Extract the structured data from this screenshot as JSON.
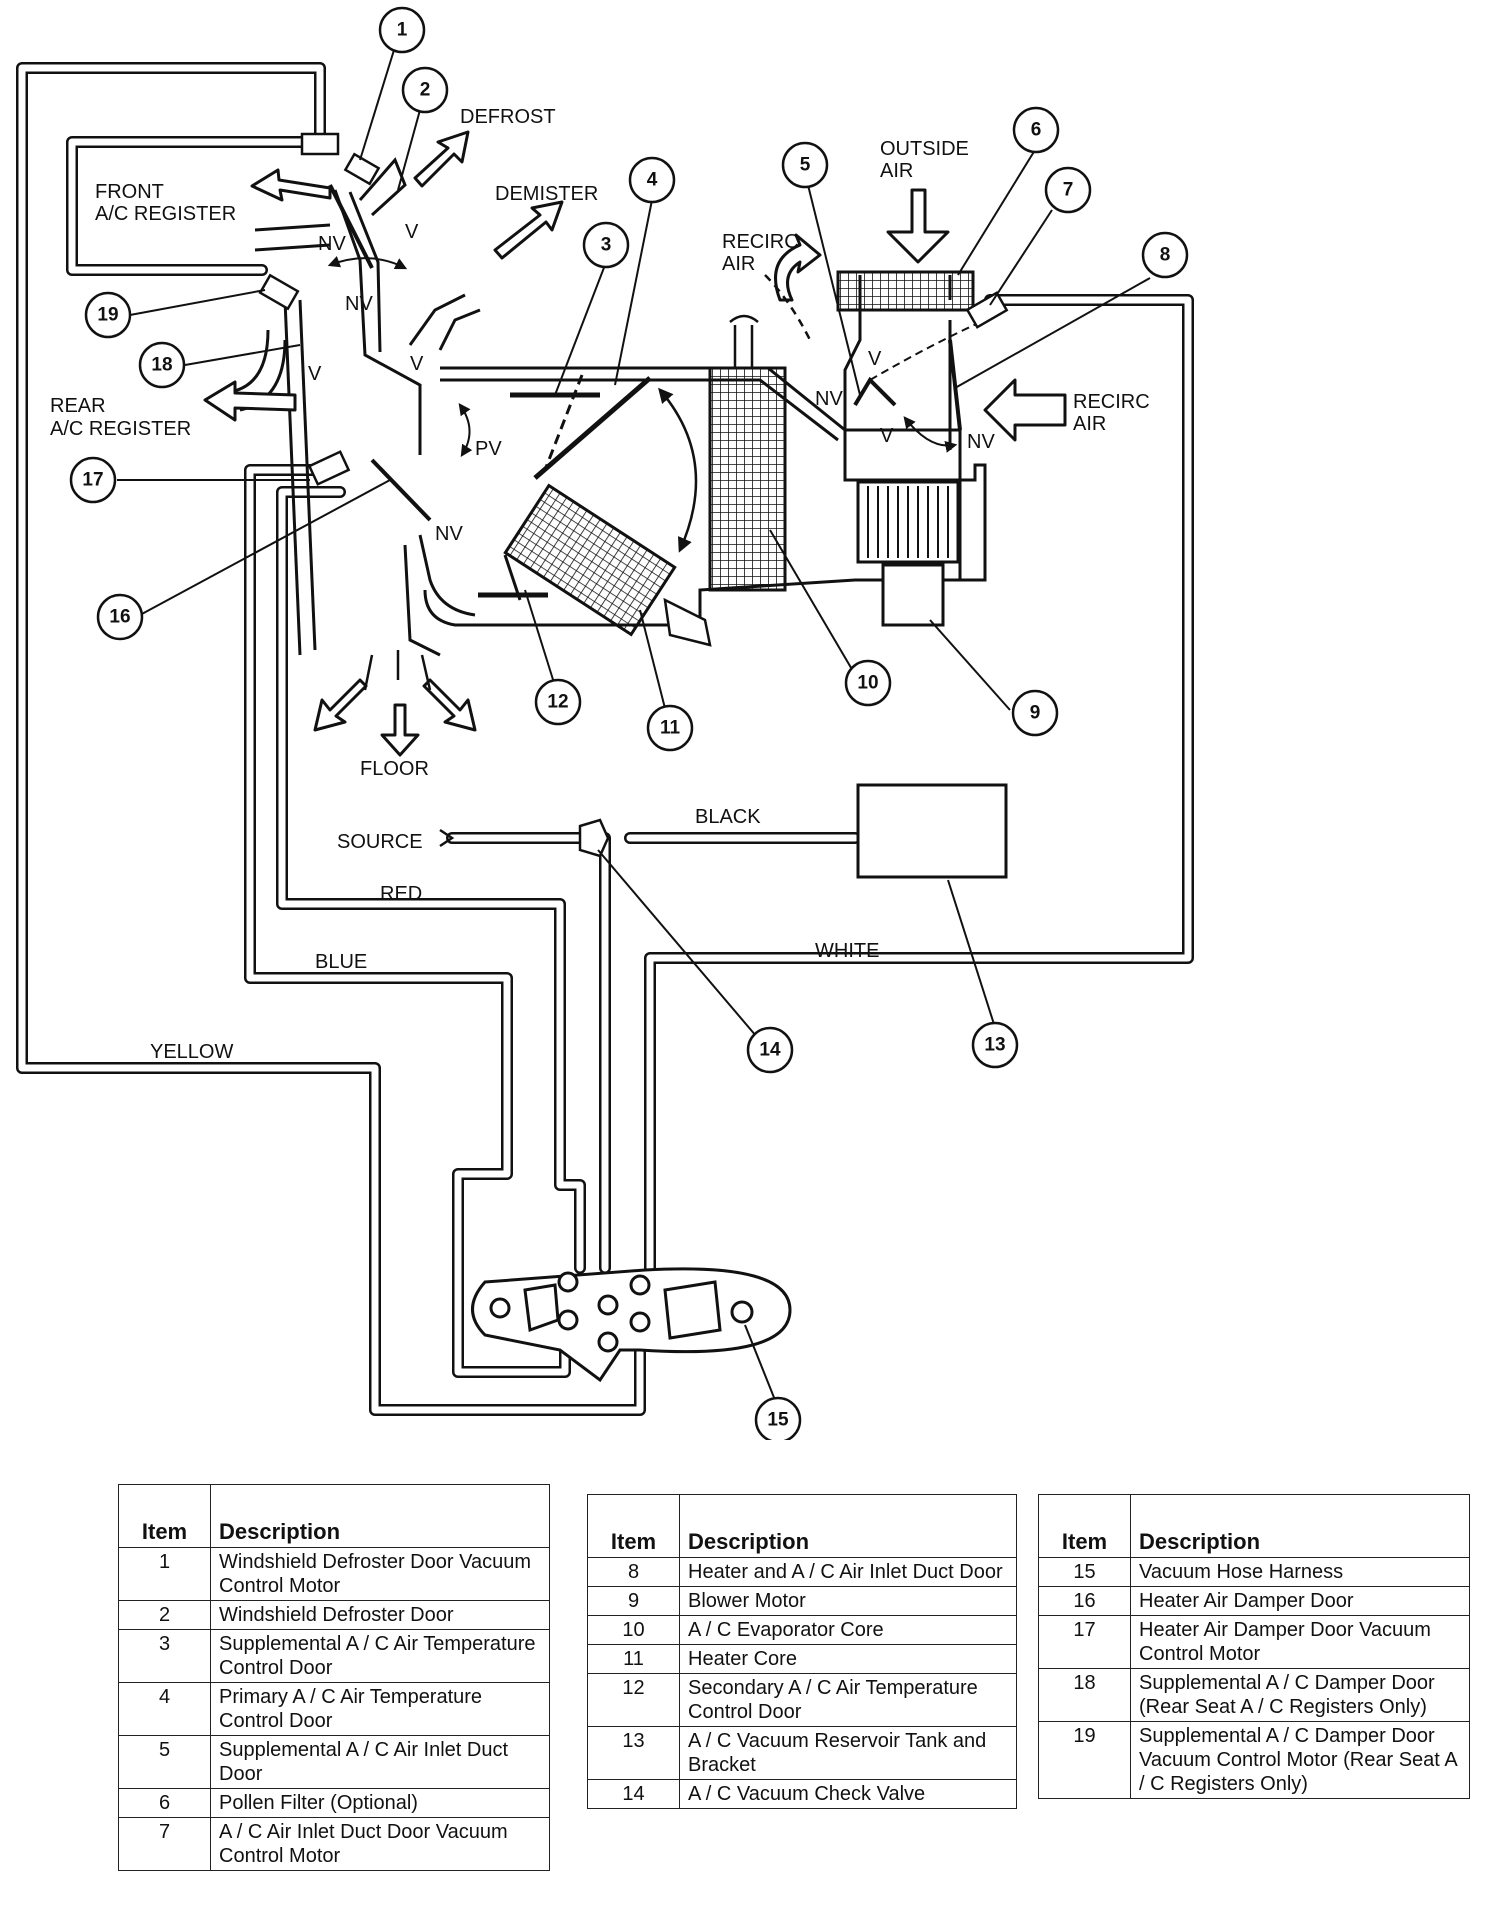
{
  "labels": {
    "defrost": "DEFROST",
    "front_register_1": "FRONT",
    "front_register_2": "A/C REGISTER",
    "demister": "DEMISTER",
    "rear_register_1": "REAR",
    "rear_register_2": "A/C REGISTER",
    "recirc_air_left_1": "RECIRC",
    "recirc_air_left_2": "AIR",
    "outside_air_1": "OUTSIDE",
    "outside_air_2": "AIR",
    "recirc_air_right_1": "RECIRC",
    "recirc_air_right_2": "AIR",
    "floor": "FLOOR",
    "source": "SOURCE",
    "black": "BLACK",
    "red": "RED",
    "blue": "BLUE",
    "white": "WHITE",
    "yellow": "YELLOW",
    "nv": "NV",
    "v": "V",
    "pv": "PV"
  },
  "callouts": [
    "1",
    "2",
    "3",
    "4",
    "5",
    "6",
    "7",
    "8",
    "9",
    "10",
    "11",
    "12",
    "13",
    "14",
    "15",
    "16",
    "17",
    "18",
    "19"
  ],
  "tables": [
    {
      "header_item": "Item",
      "header_desc": "Description",
      "rows": [
        {
          "item": "1",
          "desc": "Windshield Defroster Door Vacuum Control Motor"
        },
        {
          "item": "2",
          "desc": "Windshield Defroster Door"
        },
        {
          "item": "3",
          "desc": "Supplemental A / C Air Temperature Control Door"
        },
        {
          "item": "4",
          "desc": "Primary A / C Air Temperature Control Door"
        },
        {
          "item": "5",
          "desc": "Supplemental A / C Air Inlet Duct Door"
        },
        {
          "item": "6",
          "desc": "Pollen Filter (Optional)"
        },
        {
          "item": "7",
          "desc": "A / C Air Inlet Duct Door Vacuum Control Motor"
        }
      ]
    },
    {
      "header_item": "Item",
      "header_desc": "Description",
      "rows": [
        {
          "item": "8",
          "desc": "Heater and A / C Air Inlet Duct Door"
        },
        {
          "item": "9",
          "desc": "Blower Motor"
        },
        {
          "item": "10",
          "desc": "A / C Evaporator Core"
        },
        {
          "item": "11",
          "desc": "Heater Core"
        },
        {
          "item": "12",
          "desc": "Secondary A / C Air Temperature Control Door"
        },
        {
          "item": "13",
          "desc": "A / C Vacuum Reservoir Tank and Bracket"
        },
        {
          "item": "14",
          "desc": "A / C Vacuum Check Valve"
        }
      ]
    },
    {
      "header_item": "Item",
      "header_desc": "Description",
      "rows": [
        {
          "item": "15",
          "desc": "Vacuum Hose Harness"
        },
        {
          "item": "16",
          "desc": "Heater Air Damper Door"
        },
        {
          "item": "17",
          "desc": "Heater Air Damper Door Vacuum Control Motor"
        },
        {
          "item": "18",
          "desc": "Supplemental A / C Damper Door (Rear Seat A / C Registers Only)"
        },
        {
          "item": "19",
          "desc": "Supplemental A / C Damper Door Vacuum Control Motor (Rear Seat A / C Registers Only)"
        }
      ]
    }
  ]
}
